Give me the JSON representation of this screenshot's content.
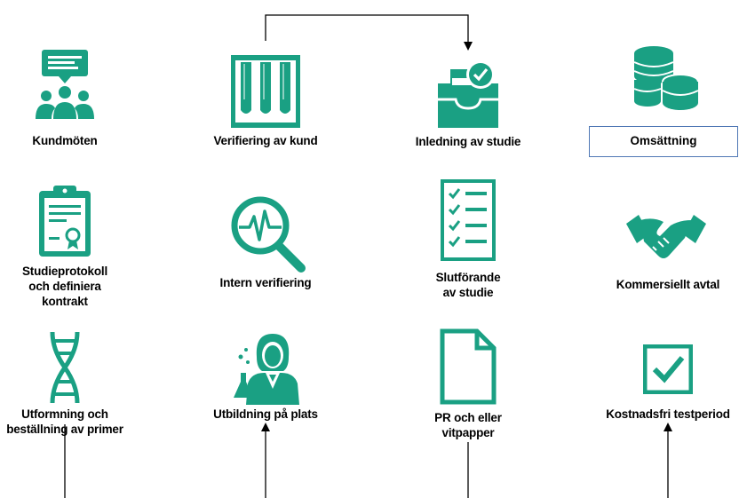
{
  "colors": {
    "icon": "#1aa083",
    "box_border": "#4f78b5",
    "line": "#000000"
  },
  "nodes": {
    "kundmoten": {
      "icon": "chat-people-icon",
      "label": "Kundmöten"
    },
    "verifiering_kund": {
      "icon": "test-tubes-icon",
      "label": "Verifiering av kund"
    },
    "inledning": {
      "icon": "inbox-check-icon",
      "label": "Inledning av studie"
    },
    "omsattning": {
      "icon": "coins-icon",
      "label": "Omsättning"
    },
    "studieprotokoll": {
      "icon": "clipboard-certificate-icon",
      "label": "Studieprotokoll\noch definiera\nkontrakt"
    },
    "intern_verifiering": {
      "icon": "magnifier-pulse-icon",
      "label": "Intern verifiering"
    },
    "slutforande": {
      "icon": "checklist-icon",
      "label": "Slutförande\nav studie"
    },
    "kommersiellt": {
      "icon": "handshake-icon",
      "label": "Kommersiellt avtal"
    },
    "utformning": {
      "icon": "dna-icon",
      "label": "Utformning och\nbeställning av primer"
    },
    "utbildning": {
      "icon": "scientist-icon",
      "label": "Utbildning på plats"
    },
    "pr": {
      "icon": "document-icon",
      "label": "PR och eller\nvitpapper"
    },
    "kostnadsfri": {
      "icon": "checkbox-icon",
      "label": "Kostnadsfri testperiod"
    }
  }
}
